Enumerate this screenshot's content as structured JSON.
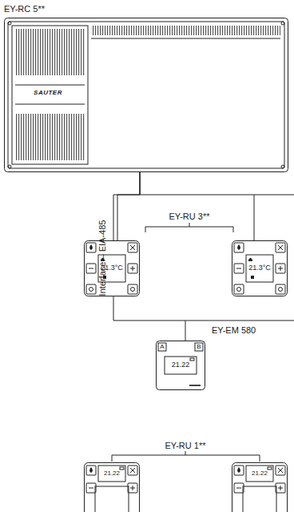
{
  "diagram": {
    "nodes": [
      {
        "text": [
          "EY-RC 5**",
          "SAUTER"
        ]
      },
      {
        "text": [
          "21.3°C"
        ]
      },
      {
        "text": [
          "21.3°C"
        ]
      },
      {
        "text": [
          "EY-EM 580",
          "A",
          "B",
          "21.22"
        ]
      },
      {
        "text": [
          "21.22"
        ]
      },
      {
        "text": [
          "21.22"
        ]
      }
    ],
    "edges": [
      {
        "from": 0,
        "to": 1,
        "arrow": "none"
      },
      {
        "from": 0,
        "to": 2,
        "arrow": "none"
      },
      {
        "from": 0,
        "to": 3,
        "arrow": "none"
      }
    ],
    "labels": [
      "Interface – EIA-485",
      "EY-RU 3**",
      "EY-RU 1**"
    ]
  }
}
